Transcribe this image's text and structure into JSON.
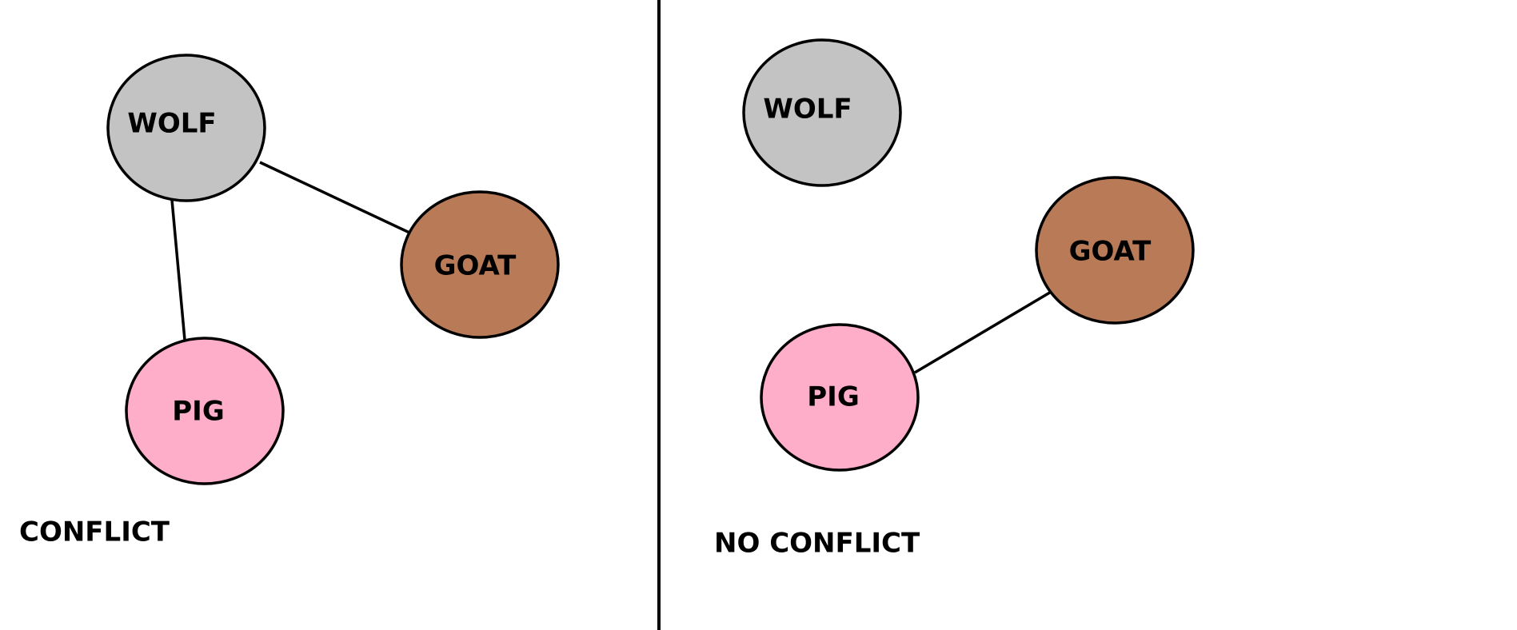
{
  "colors": {
    "wolf": "#c3c3c3",
    "goat": "#b97a57",
    "pig": "#ffaec9",
    "stroke": "#000000",
    "background": "#ffffff"
  },
  "panels": [
    {
      "caption": "CONFLICT",
      "nodes": {
        "wolf": "WOLF",
        "goat": "GOAT",
        "pig": "PIG"
      },
      "edges": [
        [
          "wolf",
          "goat"
        ],
        [
          "wolf",
          "pig"
        ]
      ]
    },
    {
      "caption": "NO CONFLICT",
      "nodes": {
        "wolf": "WOLF",
        "goat": "GOAT",
        "pig": "PIG"
      },
      "edges": [
        [
          "pig",
          "goat"
        ]
      ]
    }
  ]
}
